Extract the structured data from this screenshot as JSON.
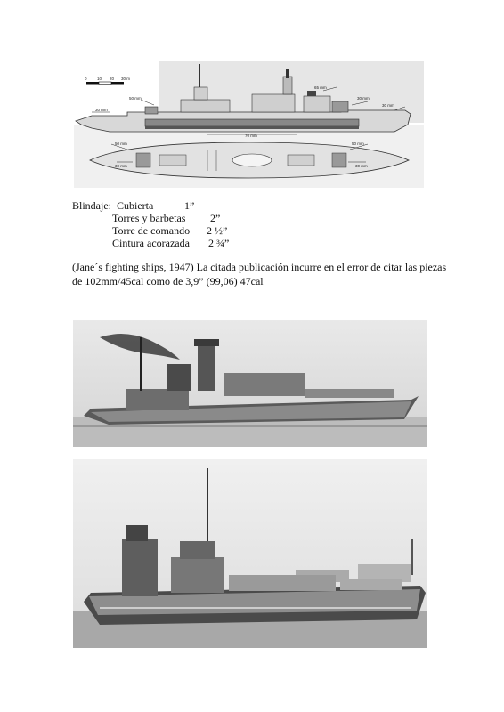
{
  "diagram": {
    "scale_labels": [
      "0",
      "10",
      "20",
      "30 m"
    ],
    "armor_labels": {
      "fore_deck": "30 mm",
      "bridge_side": "50 mm",
      "tower": "65 mm",
      "aft_upper": "30 mm",
      "aft_belt": "30 mm",
      "belt": "70 mm",
      "plan_fore_top": "50 mm",
      "plan_fore_mid": "30 mm",
      "plan_aft_top": "50 mm",
      "plan_aft_mid": "30 mm"
    }
  },
  "armor": {
    "heading": "Blindaje:",
    "rows": [
      {
        "label": "Cubierta",
        "value": "1”"
      },
      {
        "label": "Torres y barbetas",
        "value": "2”"
      },
      {
        "label": "Torre de comando",
        "value": "2 ½”"
      },
      {
        "label": "Cintura acorazada",
        "value": "2 ¾”"
      }
    ]
  },
  "note": {
    "line1": "(Jane´s fighting ships, 1947) La citada publicación incurre en el error de citar las piezas",
    "line2": "de 102mm/45cal como  de 3,9” (99,06) 47cal"
  }
}
